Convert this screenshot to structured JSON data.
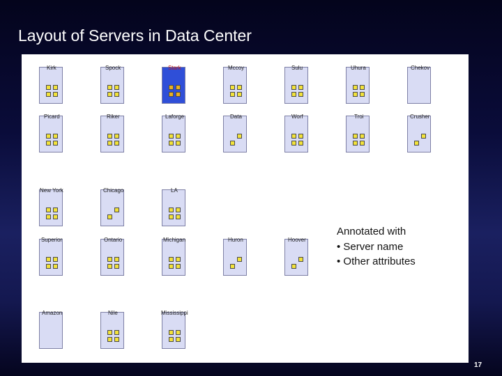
{
  "slide": {
    "title": "Layout of Servers in Data Center",
    "page_number": "17"
  },
  "annotation": {
    "heading": "Annotated with",
    "bullets": [
      "• Server name",
      "• Other attributes"
    ]
  },
  "servers": [
    {
      "name": "Kirk",
      "slots": [
        1,
        1,
        1,
        1
      ]
    },
    {
      "name": "Spock",
      "slots": [
        1,
        1,
        1,
        1
      ]
    },
    {
      "name": "Stark",
      "slots": [
        1,
        1,
        1,
        1
      ],
      "highlighted": true
    },
    {
      "name": "Mccoy",
      "slots": [
        1,
        1,
        1,
        1
      ]
    },
    {
      "name": "Sulu",
      "slots": [
        1,
        1,
        1,
        1
      ]
    },
    {
      "name": "Uhura",
      "slots": [
        1,
        1,
        1,
        1
      ]
    },
    {
      "name": "Chekov",
      "slots": [
        0,
        0,
        0,
        0
      ]
    },
    {
      "name": "Picard",
      "slots": [
        1,
        1,
        1,
        1
      ]
    },
    {
      "name": "Riker",
      "slots": [
        1,
        1,
        1,
        1
      ]
    },
    {
      "name": "Laforge",
      "slots": [
        1,
        1,
        1,
        1
      ]
    },
    {
      "name": "Data",
      "slots": [
        0,
        1,
        1,
        0
      ]
    },
    {
      "name": "Worf",
      "slots": [
        1,
        1,
        1,
        1
      ]
    },
    {
      "name": "Troi",
      "slots": [
        1,
        1,
        1,
        1
      ]
    },
    {
      "name": "Crusher",
      "slots": [
        0,
        1,
        1,
        0
      ]
    },
    {
      "name": "New York",
      "slots": [
        1,
        1,
        1,
        1
      ]
    },
    {
      "name": "Chicago",
      "slots": [
        0,
        1,
        1,
        0
      ]
    },
    {
      "name": "LA",
      "slots": [
        1,
        1,
        1,
        1
      ]
    },
    {
      "name": "Superior",
      "slots": [
        1,
        1,
        1,
        1
      ]
    },
    {
      "name": "Ontario",
      "slots": [
        1,
        1,
        1,
        1
      ]
    },
    {
      "name": "Michigan",
      "slots": [
        1,
        1,
        1,
        1
      ]
    },
    {
      "name": "Huron",
      "slots": [
        0,
        1,
        1,
        0
      ]
    },
    {
      "name": "Hoover",
      "slots": [
        0,
        1,
        1,
        0
      ]
    },
    {
      "name": "Amazon",
      "slots": [
        0,
        0,
        0,
        0
      ]
    },
    {
      "name": "Nile",
      "slots": [
        1,
        1,
        1,
        1
      ]
    },
    {
      "name": "Mississippi",
      "slots": [
        1,
        1,
        1,
        1
      ]
    }
  ],
  "colors": {
    "server_fill": "#d9dcf4",
    "highlight_fill": "#2f4fd8",
    "highlight_text": "#c01818",
    "slot_fill": "#f2e23a"
  }
}
